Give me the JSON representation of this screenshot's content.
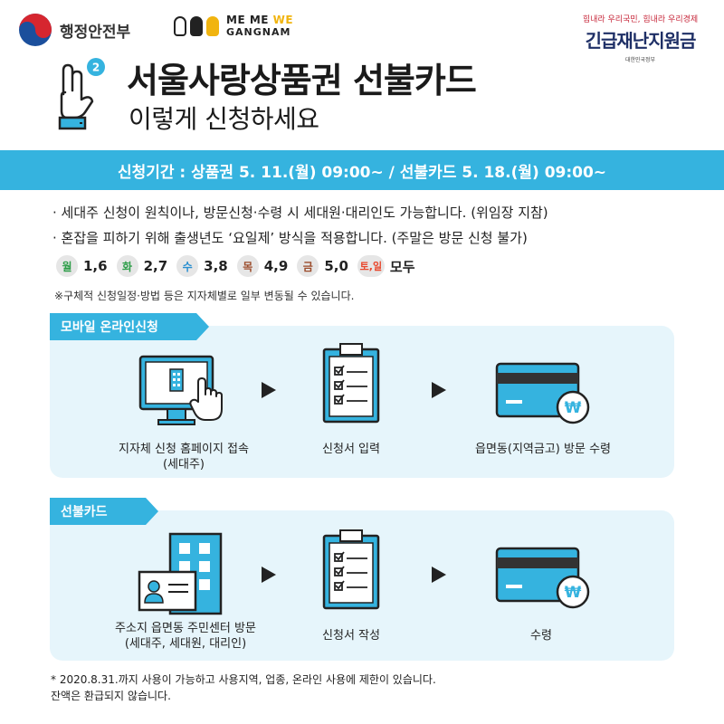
{
  "header": {
    "ministry_name": "행정안전부",
    "partner_logo": {
      "line1_a": "ME ME ",
      "line1_b": "WE",
      "line2": "GANGNAM"
    },
    "brand_tagline": "힘내라 우리국민, 힘내라 우리경제",
    "brand_title": "긴급재난지원금",
    "brand_sub": "대한민국정부",
    "step_badge": "2",
    "title": "서울사랑상품권 선불카드",
    "subtitle": "이렇게 신청하세요"
  },
  "period": {
    "text": "신청기간 : 상품권 5. 11.(월) 09:00~ / 선불카드 5. 18.(월) 09:00~"
  },
  "notices": [
    "· 세대주 신청이 원칙이나, 방문신청·수령 시 세대원·대리인도 가능합니다. (위임장 지참)",
    "· 혼잡을 피하기 위해  출생년도 ‘요일제’ 방식을 적용합니다. (주말은 방문 신청 불가)"
  ],
  "schedule": [
    {
      "day": "월",
      "digits": "1,6",
      "color": "#2f9e4a"
    },
    {
      "day": "화",
      "digits": "2,7",
      "color": "#2f9e4a"
    },
    {
      "day": "수",
      "digits": "3,8",
      "color": "#2a8fd0"
    },
    {
      "day": "목",
      "digits": "4,9",
      "color": "#9b4b2a"
    },
    {
      "day": "금",
      "digits": "5,0",
      "color": "#9b4b2a"
    },
    {
      "day": "토,일",
      "digits": "모두",
      "color": "#e8472c"
    }
  ],
  "schedule_note": "※구체적 신청일정·방법 등은 지자체별로 일부 변동될 수 있습니다.",
  "sections": {
    "mobile": {
      "tag": "모바일 온라인신청",
      "steps": [
        {
          "line1": "지자체 신청 홈페이지 접속",
          "line2": "(세대주)",
          "icon": "computer-click-icon"
        },
        {
          "line1": "신청서 입력",
          "line2": "",
          "icon": "clipboard-checklist-icon"
        },
        {
          "line1": "읍면동(지역금고) 방문 수령",
          "line2": "",
          "icon": "card-won-icon"
        }
      ]
    },
    "prepaid": {
      "tag": "선불카드",
      "steps": [
        {
          "line1": "주소지 읍면동 주민센터 방문",
          "line2": "(세대주, 세대원, 대리인)",
          "icon": "building-id-card-icon"
        },
        {
          "line1": "신청서 작성",
          "line2": "",
          "icon": "clipboard-checklist-icon"
        },
        {
          "line1": "수령",
          "line2": "",
          "icon": "card-won-icon"
        }
      ]
    }
  },
  "footer": {
    "line1": "* 2020.8.31.까지 사용이 가능하고 사용지역, 업종, 온라인 사용에 제한이 있습니다.",
    "line2": "  잔액은 환급되지 않습니다."
  },
  "colors": {
    "accent_blue": "#35b3df",
    "panel_bg": "#e6f5fb",
    "navy": "#1e2f66",
    "red": "#c7283b"
  }
}
